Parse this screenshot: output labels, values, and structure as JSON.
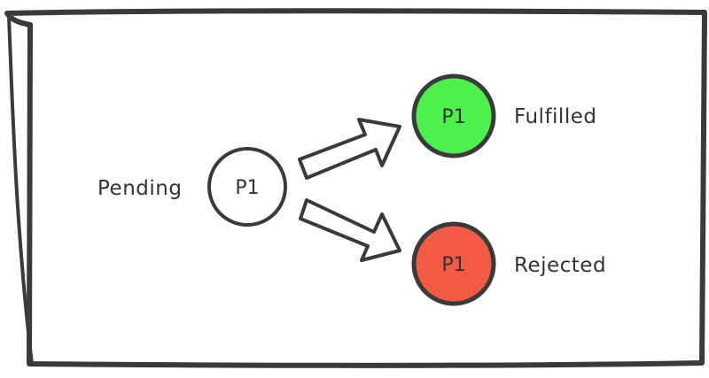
{
  "diagram": {
    "states": {
      "pending": {
        "label": "Pending",
        "node_text": "P1",
        "color": "#ffffff"
      },
      "fulfilled": {
        "label": "Fulfilled",
        "node_text": "P1",
        "color": "#4ef04e"
      },
      "rejected": {
        "label": "Rejected",
        "node_text": "P1",
        "color": "#f25a44"
      }
    },
    "stroke_color": "#3a3a3a"
  }
}
